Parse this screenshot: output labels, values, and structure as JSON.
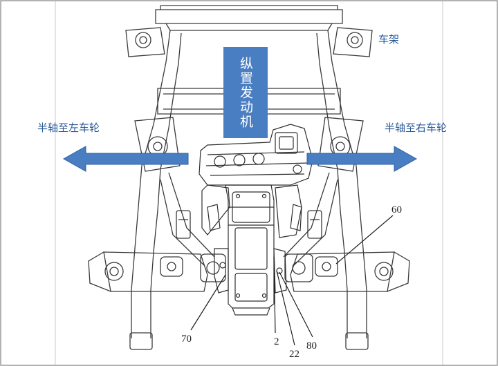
{
  "labels": {
    "frame": "车架",
    "engine": "纵置发动机",
    "left_halfshaft": "半轴至左车轮",
    "right_halfshaft": "半轴至右车轮"
  },
  "callouts": [
    {
      "id": "70",
      "text": "70"
    },
    {
      "id": "2",
      "text": "2"
    },
    {
      "id": "22",
      "text": "22"
    },
    {
      "id": "80",
      "text": "80"
    },
    {
      "id": "60",
      "text": "60"
    }
  ],
  "colors": {
    "accent_blue": "#4a7ec2",
    "arrow_stroke": "#2f5f9e",
    "line": "#3a3a3a",
    "border": "#9a9a9a"
  }
}
